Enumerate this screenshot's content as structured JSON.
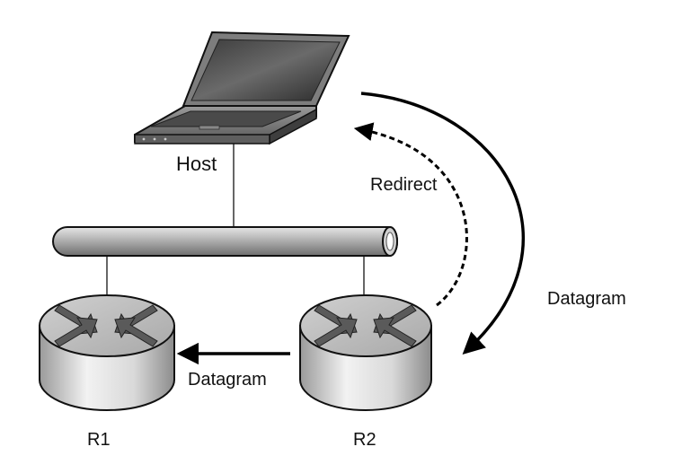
{
  "labels": {
    "host": "Host",
    "redirect": "Redirect",
    "datagram_right": "Datagram",
    "datagram_bottom": "Datagram",
    "router1": "R1",
    "router2": "R2"
  },
  "icons": {
    "host": "laptop-icon",
    "network": "ethernet-bus-icon",
    "router1": "router-icon",
    "router2": "router-icon"
  },
  "colors": {
    "stroke": "#111111",
    "arrow": "#000000"
  }
}
